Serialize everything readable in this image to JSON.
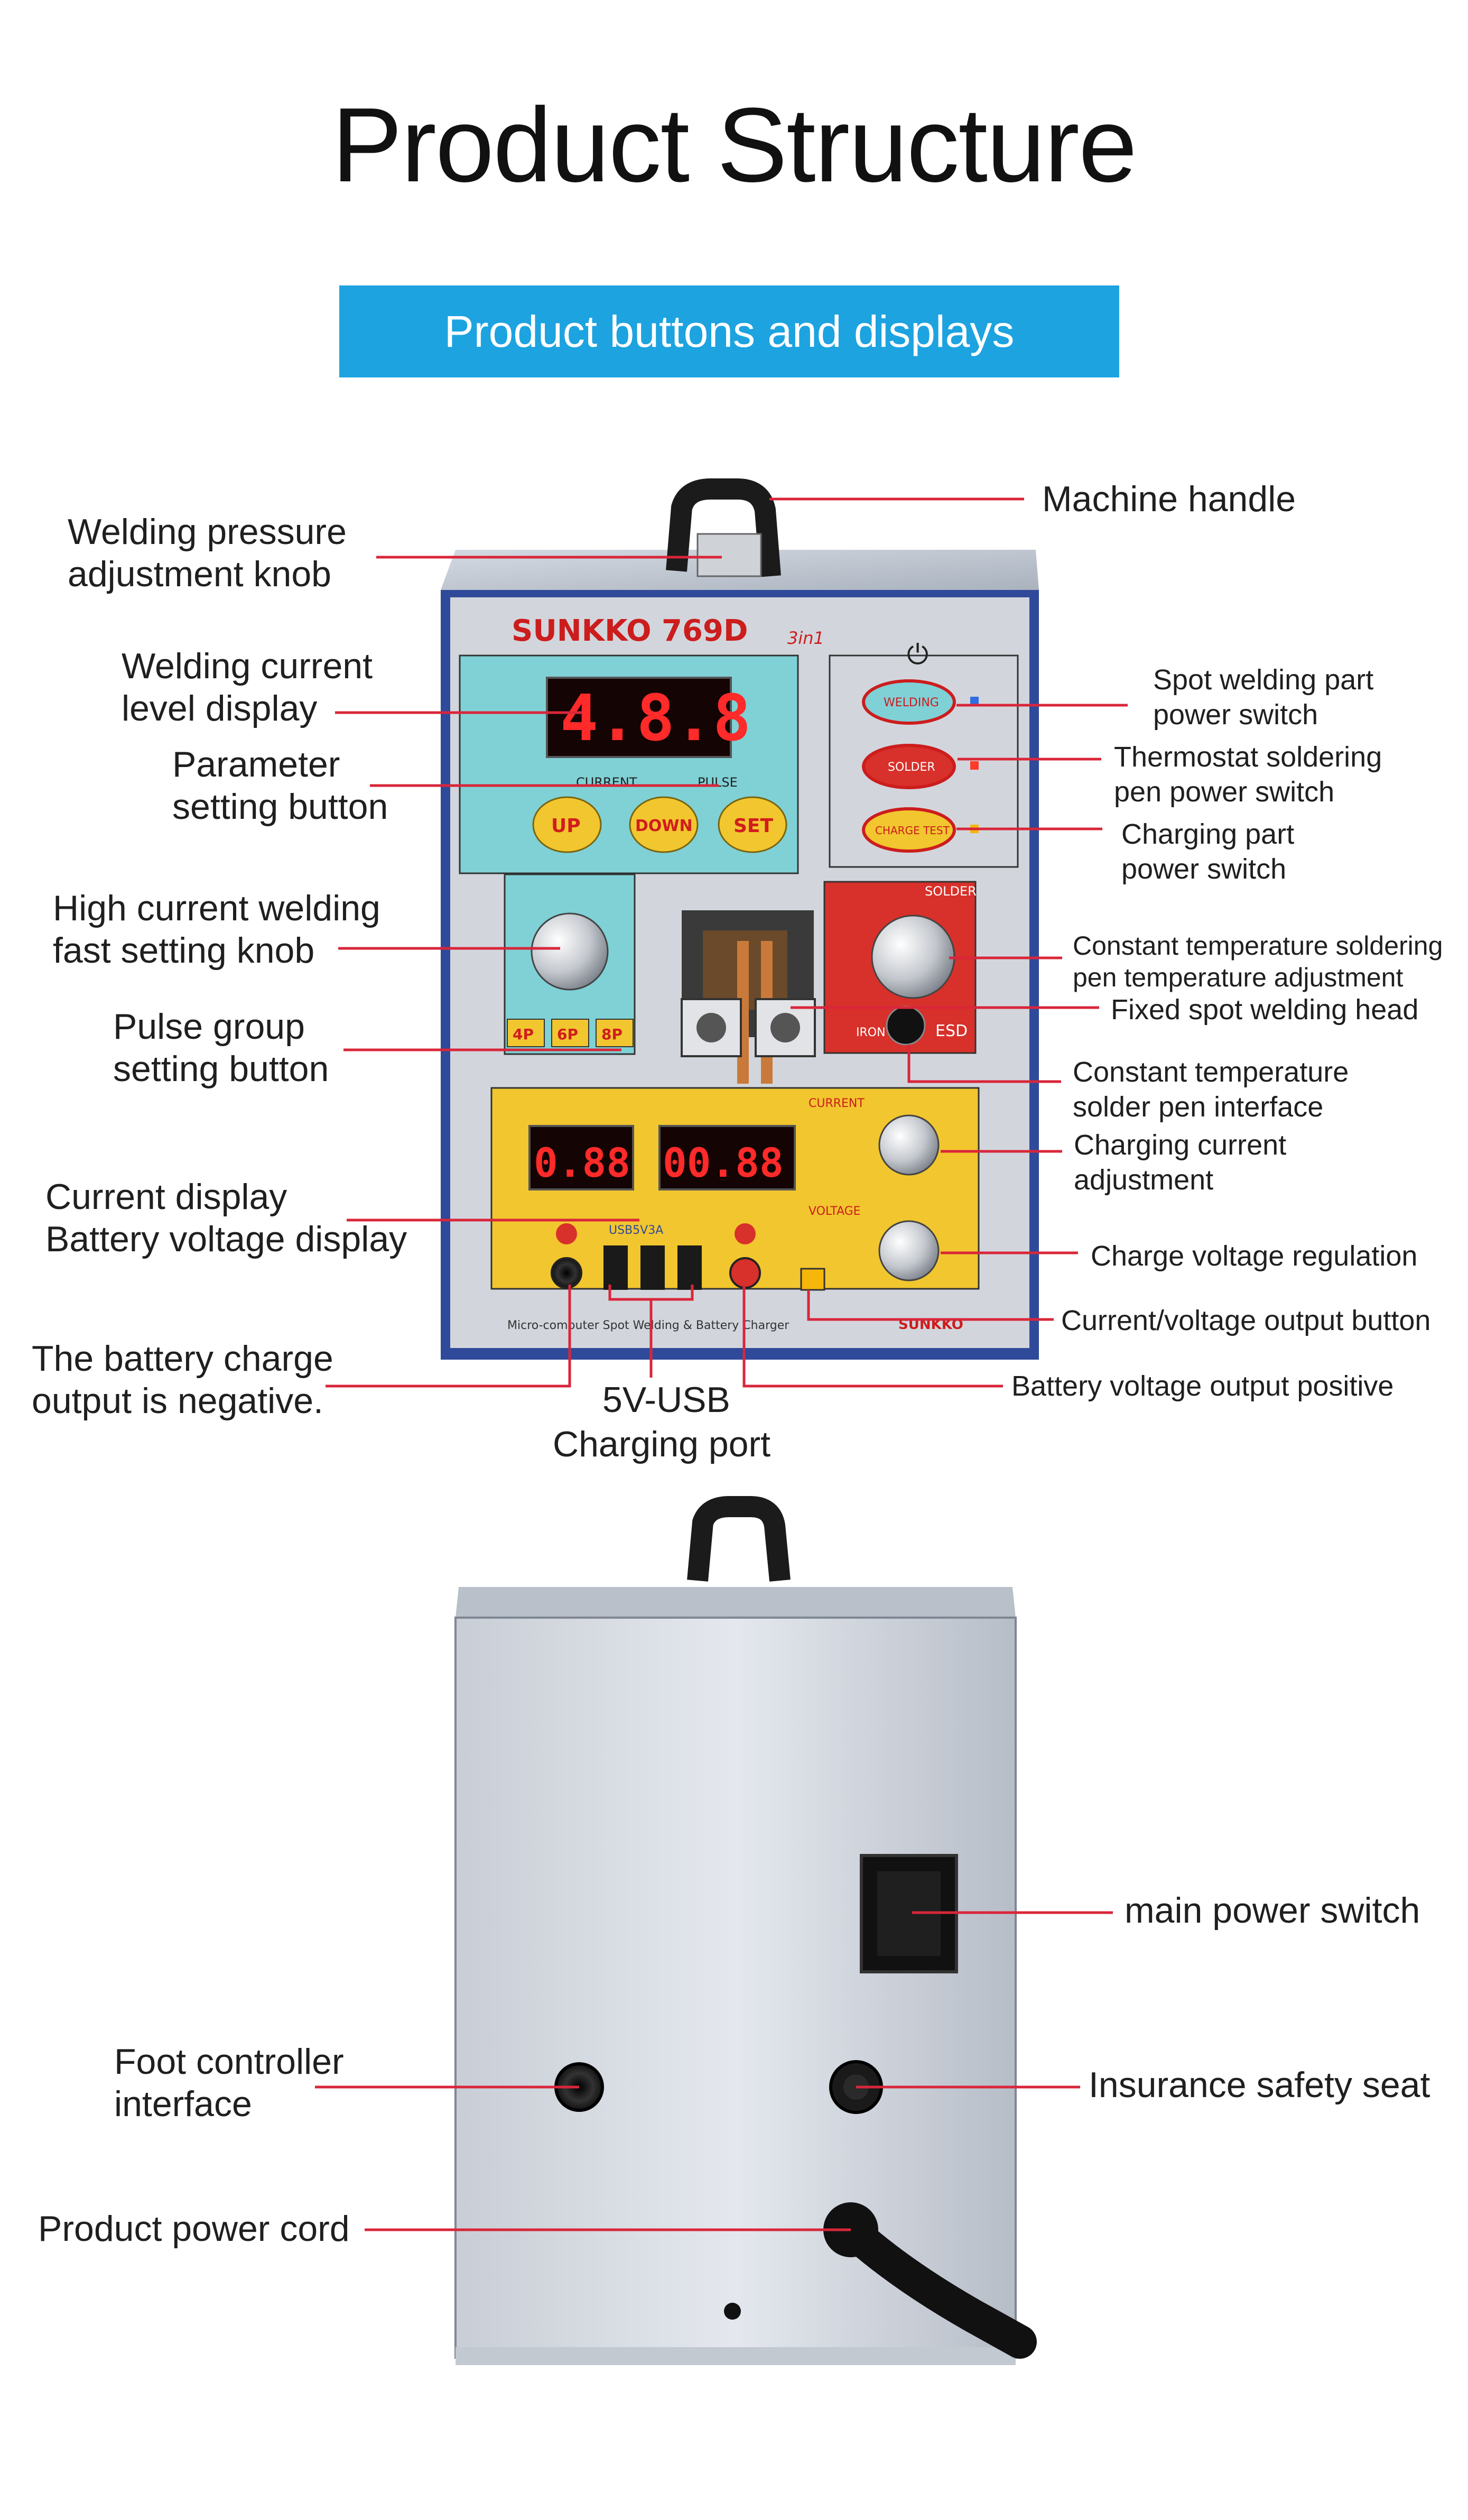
{
  "header": {
    "title": "Product Structure",
    "banner": "Product buttons and displays"
  },
  "front": {
    "brand": "SUNKKO 769D",
    "brand_suffix": "3in1",
    "weld_display": "4.8.8",
    "charge_current_display": "0.88",
    "charge_voltage_display": "00.88",
    "buttons": {
      "up": "UP",
      "down": "DOWN",
      "set": "SET"
    },
    "pulse_buttons": [
      "4P",
      "6P",
      "8P"
    ],
    "switches": {
      "welding": "WELDING",
      "solder": "SOLDER",
      "charge": "CHARGE TEST"
    },
    "dial_labels": {
      "current": "CURRENT",
      "pulse": "PULSE",
      "solder": "SOLDER",
      "current2": "CURRENT",
      "voltage": "VOLTAGE",
      "esd": "ESD",
      "iron": "IRON"
    },
    "footer_text": "Micro-computer Spot Welding & Battery Charger",
    "footer_brand": "SUNKKO",
    "usb_label": "USB5V3A"
  },
  "labels_front": {
    "handle": "Machine handle",
    "pressure_knob_1": "Welding pressure",
    "pressure_knob_2": "adjustment knob",
    "current_level_1": "Welding current",
    "current_level_2": "level display",
    "param_button_1": "Parameter",
    "param_button_2": "setting button",
    "high_current_1": "High current welding",
    "high_current_2": "fast setting knob",
    "pulse_group_1": "Pulse group",
    "pulse_group_2": "setting button",
    "current_display_1": "Current display",
    "current_display_2": "Battery voltage display",
    "negative_1": "The battery charge",
    "negative_2": "output is negative.",
    "usb_1": "5V-USB",
    "usb_2": "Charging port",
    "spot_switch_1": "Spot welding part",
    "spot_switch_2": "power switch",
    "thermo_switch_1": "Thermostat soldering",
    "thermo_switch_2": "pen power switch",
    "charging_switch_1": "Charging part",
    "charging_switch_2": "power switch",
    "const_temp_adj_1": "Constant temperature soldering",
    "const_temp_adj_2": "pen temperature adjustment",
    "fixed_head": "Fixed spot welding head",
    "solder_interface_1": "Constant temperature",
    "solder_interface_2": "solder pen interface",
    "charge_current_1": "Charging current",
    "charge_current_2": "adjustment",
    "charge_voltage": "Charge voltage regulation",
    "output_button": "Current/voltage output button",
    "positive": "Battery voltage output positive"
  },
  "labels_back": {
    "main_switch": "main power switch",
    "foot_controller_1": "Foot controller",
    "foot_controller_2": "interface",
    "safety_seat": "Insurance safety seat",
    "power_cord": "Product power cord"
  },
  "colors": {
    "banner": "#1da3e0",
    "leader_line": "#d9263a",
    "panel_frame": "#2f4a9a",
    "panel_teal": "#7fd1d6",
    "panel_yellow": "#f2c62e",
    "led_red": "#ff2a2a"
  }
}
